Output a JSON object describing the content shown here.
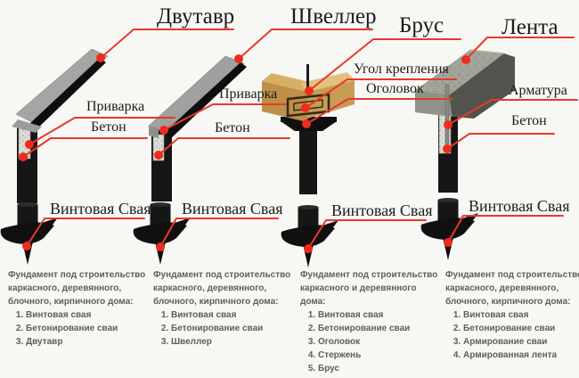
{
  "page": {
    "background": "#f7f7f4",
    "accent_red": "#e8392b",
    "marker_red": "#ee2b1c",
    "pile_black": "#161616",
    "steel_gray": "#a5a5a3",
    "wood_tan": "#c69d53",
    "concrete_gray": "#9b9d93",
    "text_dark": "#1c1c1c",
    "text_gray": "#5e5e5e"
  },
  "columns": [
    {
      "title": "Двутавр",
      "labels": {
        "weld": "Приварка",
        "concrete": "Бетон",
        "pile": "Винтовая Свая"
      },
      "description": {
        "intro_lines": [
          "Фундамент под строительство",
          "каркасного, деревянного,",
          "блочного, кирпичного дома:"
        ],
        "items": [
          "Винтовая свая",
          "Бетонирование сваи",
          "Двутавр"
        ]
      }
    },
    {
      "title": "Швеллер",
      "labels": {
        "weld": "Приварка",
        "concrete": "Бетон",
        "pile": "Винтовая Свая"
      },
      "description": {
        "intro_lines": [
          "Фундамент под строительство",
          "каркасного, деревянного,",
          "блочного, кирпичного дома:"
        ],
        "items": [
          "Винтовая свая",
          "Бетонирование сваи",
          "Швеллер"
        ]
      }
    },
    {
      "title": "Брус",
      "labels": {
        "angle": "Угол крепления",
        "cap": "Оголовок",
        "pile": "Винтовая Свая"
      },
      "description": {
        "intro_lines": [
          "Фундамент под строительство",
          "каркасного и деревянного",
          "дома:"
        ],
        "items": [
          "Винтовая свая",
          "Бетонирование сваи",
          "Оголовок",
          "Стержень",
          "Брус"
        ]
      }
    },
    {
      "title": "Лента",
      "labels": {
        "rebar": "Арматура",
        "concrete": "Бетон",
        "pile": "Винтовая Свая"
      },
      "description": {
        "intro_lines": [
          "Фундамент под строительство",
          "каркасного, деревянного,",
          "блочного, кирпичного дома:"
        ],
        "items": [
          "Винтовая свая",
          "Бетонирование сваи",
          "Армирование сваи",
          "Армированная лента"
        ]
      }
    }
  ]
}
